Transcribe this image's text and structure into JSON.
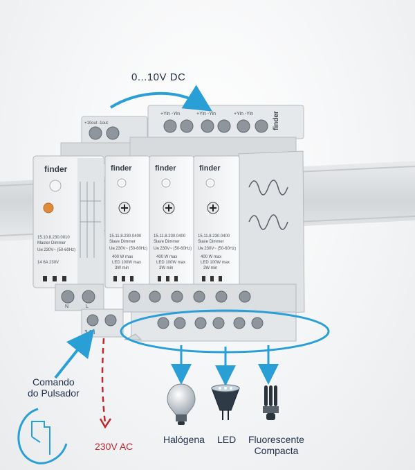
{
  "labels": {
    "signal": "0...10V DC",
    "command_line1": "Comando",
    "command_line2": "do Pulsador",
    "ac_supply": "230V AC",
    "lamps": [
      {
        "name": "Halógena"
      },
      {
        "name": "LED"
      },
      {
        "name": "Fluorescente",
        "name2": "Compacta"
      }
    ]
  },
  "master": {
    "brand": "finder",
    "model": "15.10.8.230.0010",
    "type": "Master Dimmer",
    "voltage": "Uɴ 230V~ (50-60Hz)",
    "current": "14   6A 230V",
    "top_terminals": "+10out   -1out",
    "terminals_bottom": [
      "N",
      "L"
    ],
    "push_terminals": "3   14"
  },
  "slaves": [
    {
      "brand": "finder",
      "model": "15.11.8.230.0400",
      "type": "Slave Dimmer",
      "voltage": "Uɴ 230V~ (50-60Hz)",
      "power": "400 W max",
      "led": "LED 100W max",
      "min": "3W min",
      "top_terminals": "+Yin   -Yin"
    },
    {
      "brand": "finder",
      "model": "15.11.8.230.0400",
      "type": "Slave Dimmer",
      "voltage": "Uɴ 230V~ (50-60Hz)",
      "power": "400 W max",
      "led": "LED 100W max",
      "min": "3W min",
      "top_terminals": "+Yin   -Yin"
    },
    {
      "brand": "finder",
      "model": "15.11.8.230.0400",
      "type": "Slave Dimmer",
      "voltage": "Uɴ 230V~ (50-60Hz)",
      "power": "400 W max",
      "led": "LED 100W max",
      "min": "3W min",
      "top_terminals": "+Yin   -Yin"
    }
  ],
  "colors": {
    "accent_blue": "#2a9fd6",
    "ac_red": "#c0272d",
    "label_text": "#1e2f4a",
    "module_body": "#e4e6e8"
  }
}
